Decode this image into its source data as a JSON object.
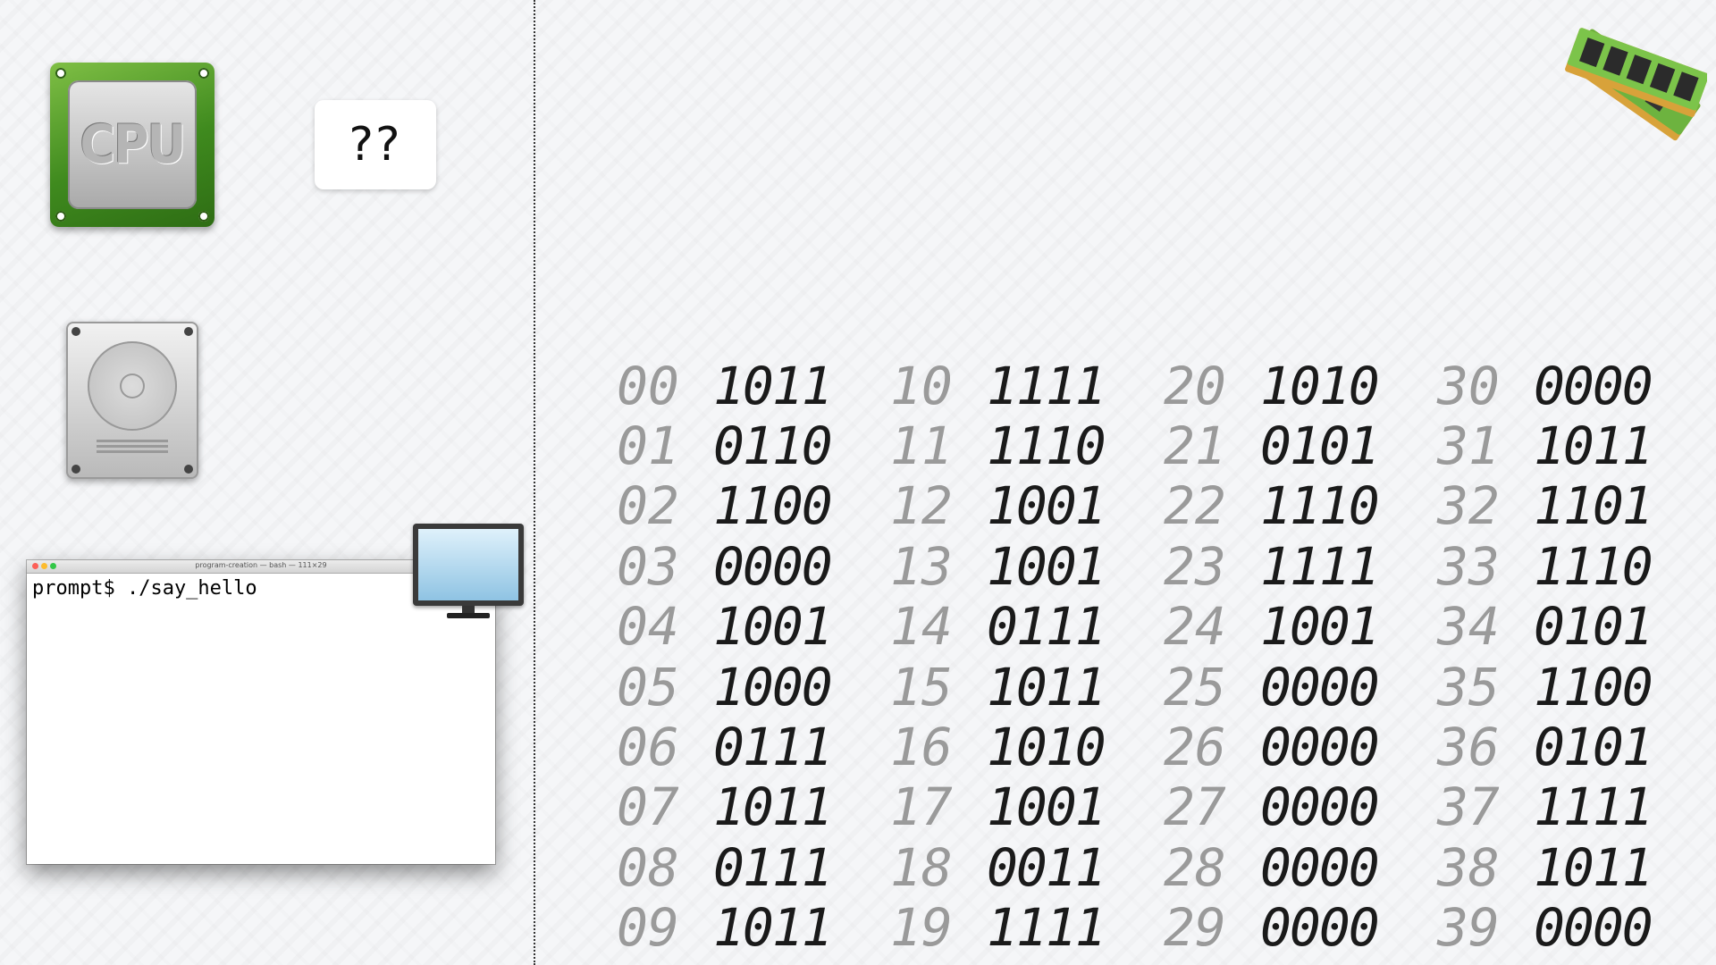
{
  "cpu": {
    "label": "CPU"
  },
  "unknown_box": {
    "text": "??"
  },
  "terminal": {
    "title": "program-creation — bash — 111×29",
    "prompt": "prompt$ ./say_hello"
  },
  "memory": [
    {
      "addr": "00",
      "value": "1011"
    },
    {
      "addr": "01",
      "value": "0110"
    },
    {
      "addr": "02",
      "value": "1100"
    },
    {
      "addr": "03",
      "value": "0000"
    },
    {
      "addr": "04",
      "value": "1001"
    },
    {
      "addr": "05",
      "value": "1000"
    },
    {
      "addr": "06",
      "value": "0111"
    },
    {
      "addr": "07",
      "value": "1011"
    },
    {
      "addr": "08",
      "value": "0111"
    },
    {
      "addr": "09",
      "value": "1011"
    },
    {
      "addr": "10",
      "value": "1111"
    },
    {
      "addr": "11",
      "value": "1110"
    },
    {
      "addr": "12",
      "value": "1001"
    },
    {
      "addr": "13",
      "value": "1001"
    },
    {
      "addr": "14",
      "value": "0111"
    },
    {
      "addr": "15",
      "value": "1011"
    },
    {
      "addr": "16",
      "value": "1010"
    },
    {
      "addr": "17",
      "value": "1001"
    },
    {
      "addr": "18",
      "value": "0011"
    },
    {
      "addr": "19",
      "value": "1111"
    },
    {
      "addr": "20",
      "value": "1010"
    },
    {
      "addr": "21",
      "value": "0101"
    },
    {
      "addr": "22",
      "value": "1110"
    },
    {
      "addr": "23",
      "value": "1111"
    },
    {
      "addr": "24",
      "value": "1001"
    },
    {
      "addr": "25",
      "value": "0000"
    },
    {
      "addr": "26",
      "value": "0000"
    },
    {
      "addr": "27",
      "value": "0000"
    },
    {
      "addr": "28",
      "value": "0000"
    },
    {
      "addr": "29",
      "value": "0000"
    },
    {
      "addr": "30",
      "value": "0000"
    },
    {
      "addr": "31",
      "value": "1011"
    },
    {
      "addr": "32",
      "value": "1101"
    },
    {
      "addr": "33",
      "value": "1110"
    },
    {
      "addr": "34",
      "value": "0101"
    },
    {
      "addr": "35",
      "value": "1100"
    },
    {
      "addr": "36",
      "value": "0101"
    },
    {
      "addr": "37",
      "value": "1111"
    },
    {
      "addr": "38",
      "value": "1011"
    },
    {
      "addr": "39",
      "value": "0000"
    }
  ],
  "icons": [
    "cpu-icon",
    "hard-drive-icon",
    "monitor-icon",
    "ram-icon"
  ]
}
